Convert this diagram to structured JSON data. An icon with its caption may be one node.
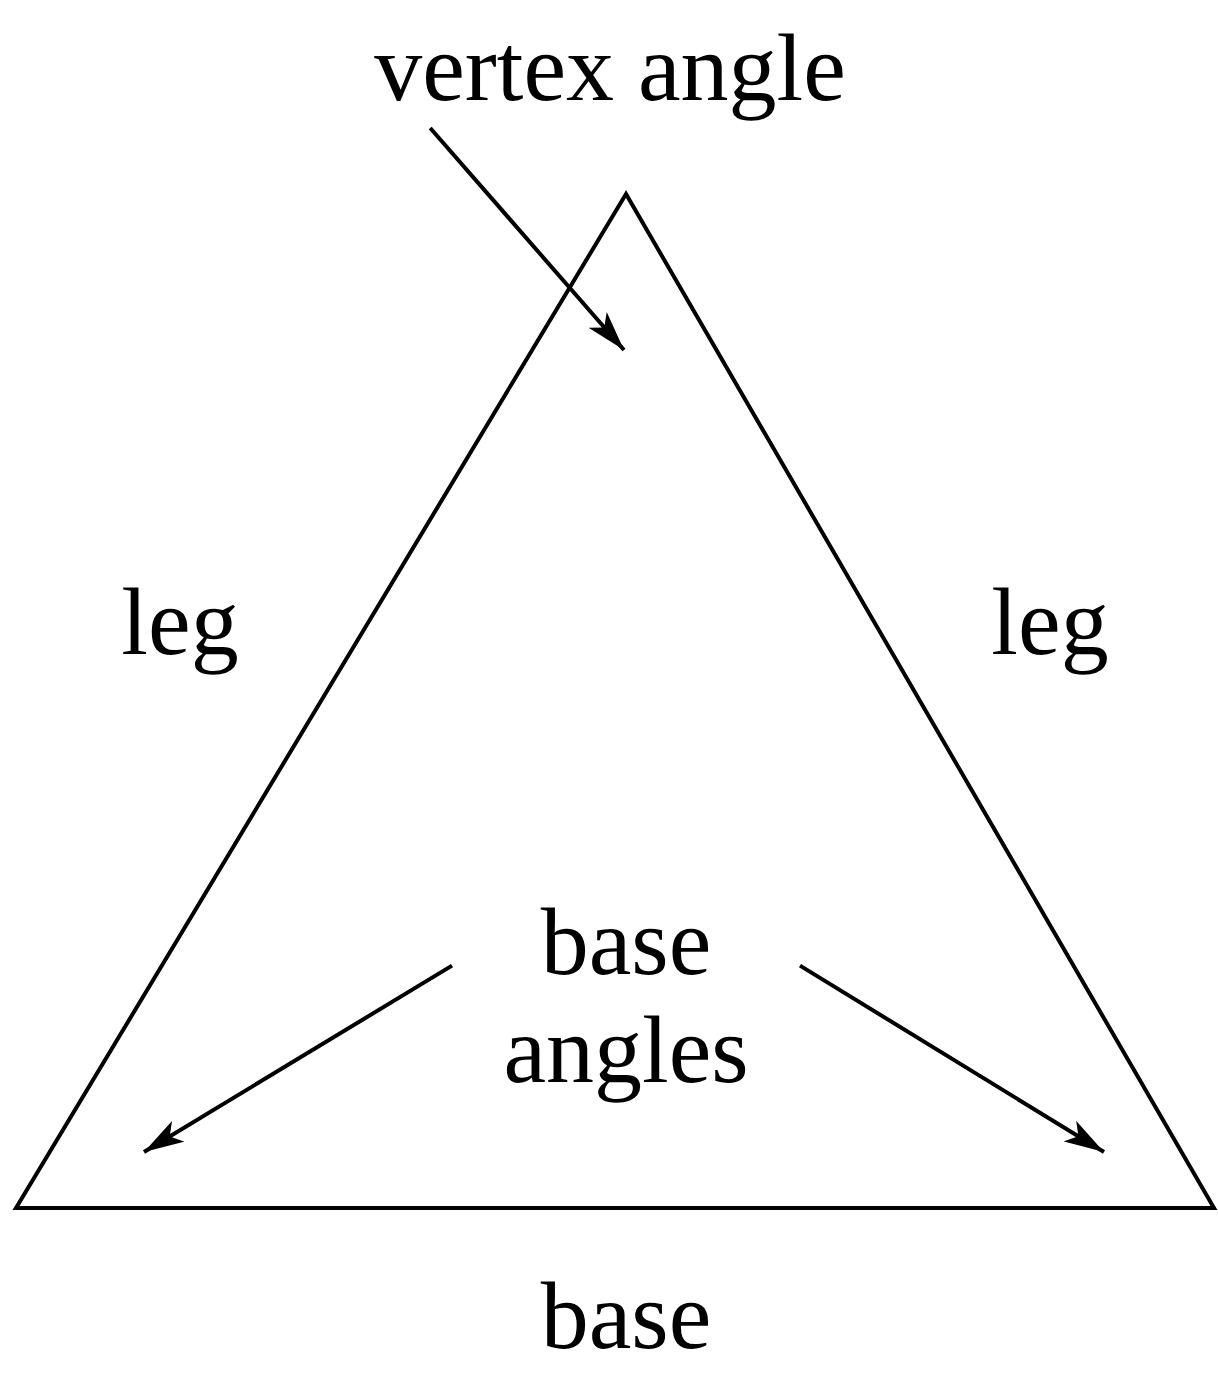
{
  "diagram": {
    "nodes": [
      {
        "text": [
          "vertex angle"
        ]
      },
      {
        "text": [
          "base angles"
        ]
      }
    ],
    "edges": [
      {
        "from": 0,
        "to": null,
        "arrow": "to"
      },
      {
        "from": 1,
        "to": null,
        "arrow": "to"
      },
      {
        "from": 1,
        "to": null,
        "arrow": "to"
      }
    ],
    "labels": [
      "leg",
      "leg",
      "base"
    ]
  }
}
